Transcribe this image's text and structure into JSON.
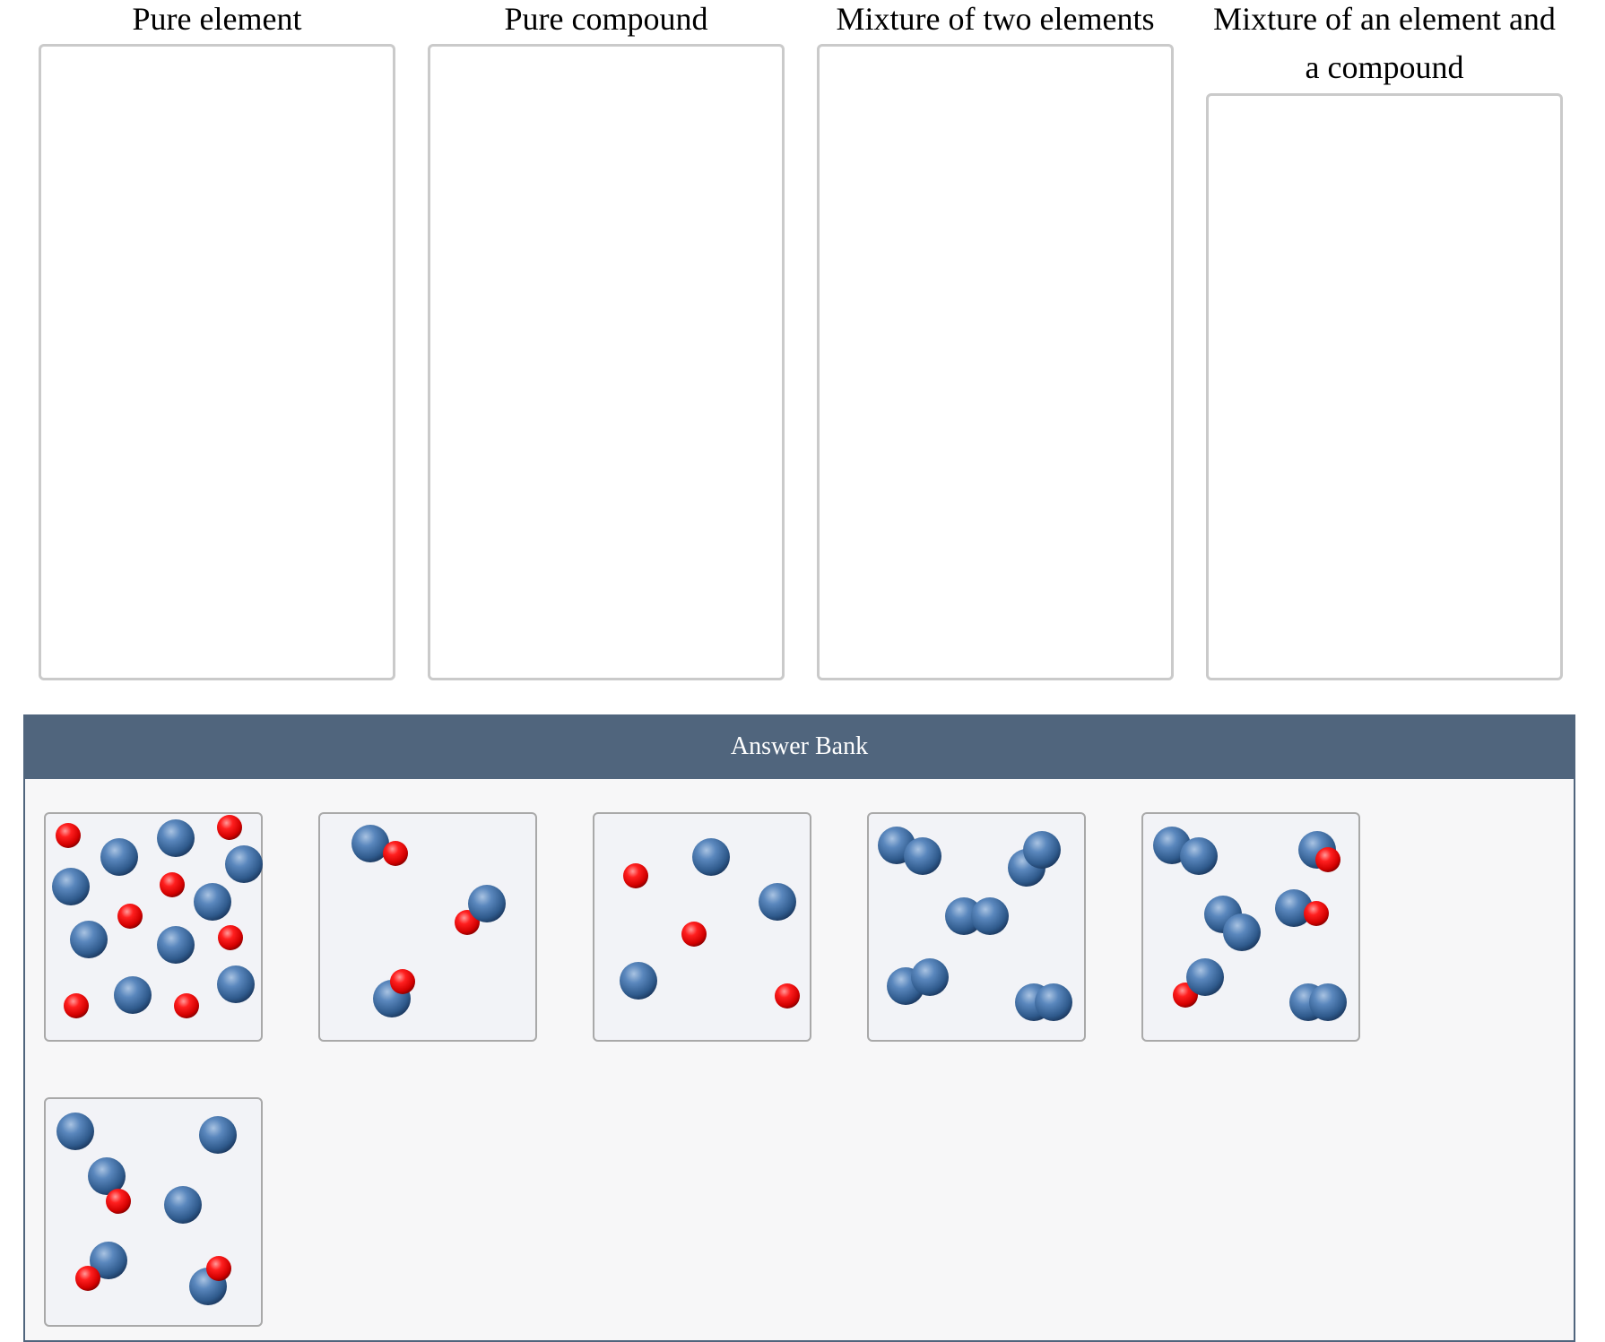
{
  "bins": [
    {
      "title": "Pure element"
    },
    {
      "title": "Pure compound"
    },
    {
      "title": "Mixture of two elements"
    },
    {
      "title": "Mixture of an element and a compound"
    }
  ],
  "answer_bank": {
    "title": "Answer Bank"
  },
  "colors": {
    "blue_atom": "#3d6a9e",
    "red_atom": "#ee0000",
    "header_bg": "#50657d",
    "card_bg": "#f2f3f7"
  }
}
